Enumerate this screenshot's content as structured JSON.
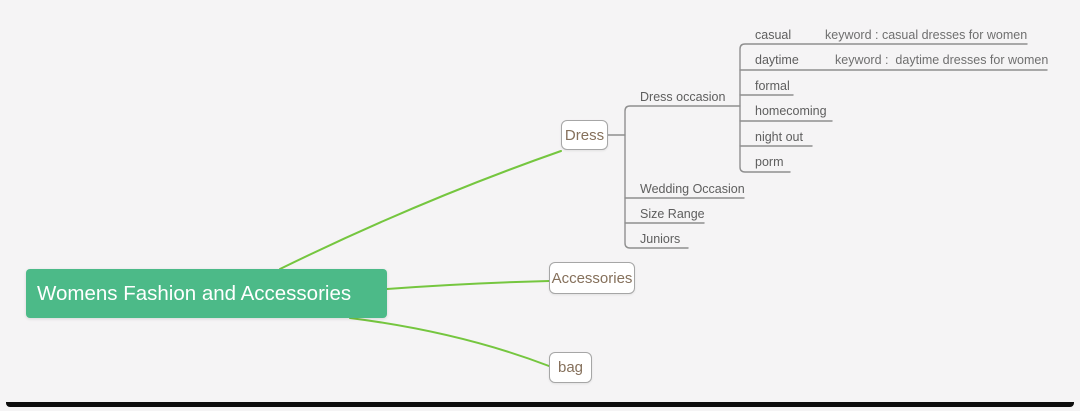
{
  "app": {
    "colors": {
      "canvas_bg": "#f5f4f5",
      "root_fill": "#4cba88",
      "root_text": "#ffffff",
      "branch_line_green": "#75c63f",
      "connector_gray": "#8f8f8f",
      "topic_text_brown": "#85705b",
      "subtopic_text_gray": "#5e5e5e",
      "keyword_label_gray": "#6f6f6f"
    }
  },
  "mindmap": {
    "root": {
      "label": "Womens Fashion and Accessories"
    },
    "branches": [
      {
        "label": "Dress",
        "children": [
          {
            "label": "Dress occasion",
            "children": [
              {
                "label": "casual",
                "keyword": "keyword : casual dresses for women"
              },
              {
                "label": "daytime",
                "keyword": "keyword :  daytime dresses for women"
              },
              {
                "label": "formal"
              },
              {
                "label": "homecoming"
              },
              {
                "label": "night out"
              },
              {
                "label": "porm"
              }
            ]
          },
          {
            "label": "Wedding Occasion"
          },
          {
            "label": "Size Range"
          },
          {
            "label": "Juniors"
          }
        ]
      },
      {
        "label": "Accessories"
      },
      {
        "label": "bag"
      }
    ]
  }
}
